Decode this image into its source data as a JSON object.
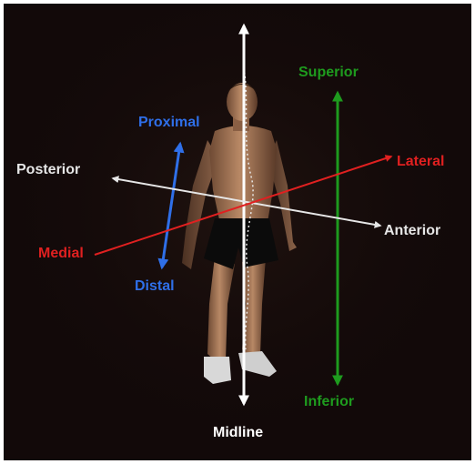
{
  "labels": {
    "superior": "Superior",
    "inferior": "Inferior",
    "proximal": "Proximal",
    "distal": "Distal",
    "posterior": "Posterior",
    "anterior": "Anterior",
    "lateral": "Lateral",
    "medial": "Medial",
    "midline": "Midline"
  },
  "colors": {
    "background": "#120909",
    "superior_inferior": "#1e9b1e",
    "proximal_distal": "#2f6fe8",
    "posterior_anterior": "#e6e6e6",
    "medial_lateral": "#e02020",
    "midline": "#ffffff"
  },
  "figure": {
    "subject": "standing male figure in black shorts",
    "icon": "human-figure"
  }
}
